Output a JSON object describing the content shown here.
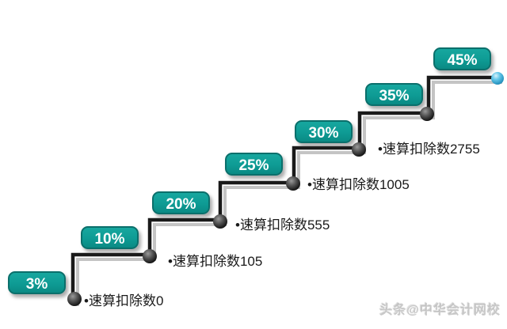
{
  "page": {
    "background": "#ffffff"
  },
  "watermark": {
    "text": "头条@中华会计网校"
  },
  "colors": {
    "badge_fill": "#0e9b94",
    "badge_border": "#0b6f6b",
    "badge_text": "#ffffff",
    "line": "#1a1a1a",
    "line_shadow": "#c4c4c4",
    "node": "#3f3f3f",
    "end_node": "#4ab8dd",
    "label_text": "#1a1a1a"
  },
  "chart_data": {
    "type": "step-diagram",
    "title": "",
    "legend": "none",
    "steps": [
      {
        "rate": "3%",
        "deduction": "•速算扣除数0"
      },
      {
        "rate": "10%",
        "deduction": "•速算扣除数105"
      },
      {
        "rate": "20%",
        "deduction": "•速算扣除数555"
      },
      {
        "rate": "25%",
        "deduction": "•速算扣除数1005"
      },
      {
        "rate": "30%",
        "deduction": "•速算扣除数2755"
      },
      {
        "rate": "35%",
        "deduction": ""
      },
      {
        "rate": "45%",
        "deduction": ""
      }
    ]
  }
}
